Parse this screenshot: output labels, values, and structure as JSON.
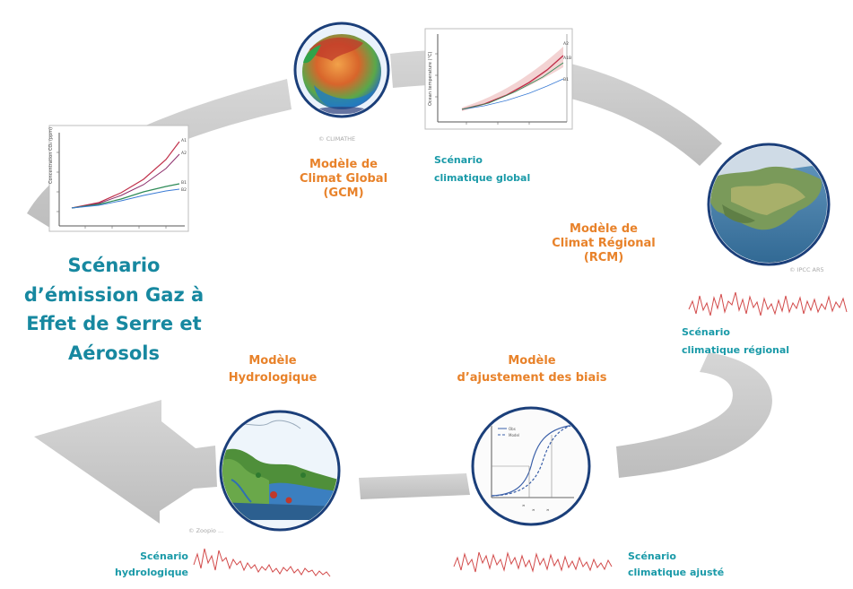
{
  "colors": {
    "arrow": "#c8c8c8",
    "model_text": "#e8822a",
    "scenario_text": "#1a9aa8",
    "emission_text": "#1788a0",
    "circle_ring": "#1b3f7a",
    "signal": "#d24a4a"
  },
  "models": {
    "gcm": {
      "line1": "Modèle de",
      "line2": "Climat Global",
      "line3": "(GCM)"
    },
    "rcm": {
      "line1": "Modèle de",
      "line2": "Climat Régional",
      "line3": "(RCM)"
    },
    "bias": {
      "line1": "Modèle",
      "line2": "d’ajustement des biais"
    },
    "hydro": {
      "line1": "Modèle",
      "line2": "Hydrologique"
    }
  },
  "scenarios": {
    "global": {
      "line1": "Scénario",
      "line2": "climatique global"
    },
    "regional": {
      "line1": "Scénario",
      "line2": "climatique régional"
    },
    "adjusted": {
      "line1": "Scénario",
      "line2": "climatique ajusté"
    },
    "hydro": {
      "line1": "Scénario",
      "line2": "hydrologique"
    }
  },
  "emission": {
    "line1": "Scénario",
    "line2": "d’émission Gaz à",
    "line3": "Effet de Serre et",
    "line4": "Aérosols"
  },
  "credits": {
    "gcm": "© CLIMATHE",
    "rcm": "© IPCC AR5",
    "hydro": "© Zoopio ..."
  },
  "icons": {
    "globe": "globe-icon",
    "map": "europe-terrain-block-icon",
    "cdf": "cdf-plot-icon",
    "landscape": "hydrology-landscape-icon"
  }
}
